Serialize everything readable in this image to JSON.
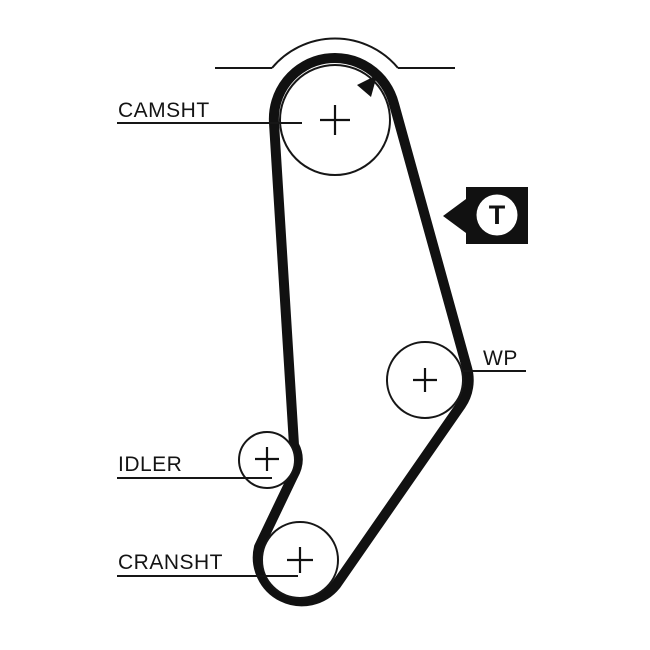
{
  "diagram": {
    "type": "timing-belt-routing-diagram",
    "labels": {
      "camshaft": "CAMSHT",
      "water_pump": "WP",
      "idler": "IDLER",
      "crankshaft": "CRANSHT",
      "tensioner": "T"
    },
    "colors": {
      "ink": "#161616",
      "belt": "#111111",
      "background": "#ffffff"
    }
  }
}
